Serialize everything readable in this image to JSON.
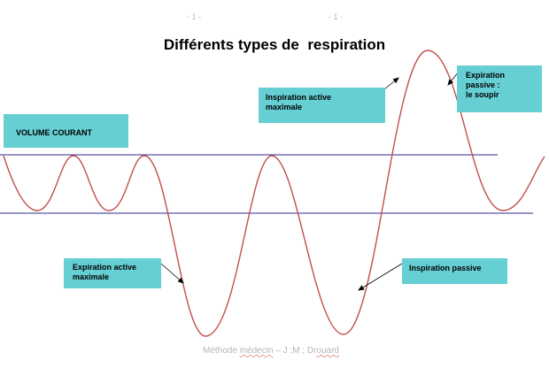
{
  "header": {
    "page_number_left": "- 1 -",
    "page_number_right": "- 1 -"
  },
  "title": "Différents types de  respiration",
  "labels": {
    "volume_courant": "VOLUME COURANT",
    "inspiration_active": "Inspiration active\nmaximale",
    "expiration_passive": "Expiration\npassive :\nle soupir",
    "expiration_active": "Expiration active\nmaximale",
    "inspiration_passive": "Inspiration passive"
  },
  "footer": {
    "prefix": "Méthode ",
    "underlined": "médecin",
    "suffix": " – J ;M ; Dr",
    "underlined2": "ouard"
  },
  "colors": {
    "curve": "#c0504d",
    "reference_lines": "#2e2e8c",
    "label_box": "#66cfd3",
    "arrow": "#000000"
  }
}
